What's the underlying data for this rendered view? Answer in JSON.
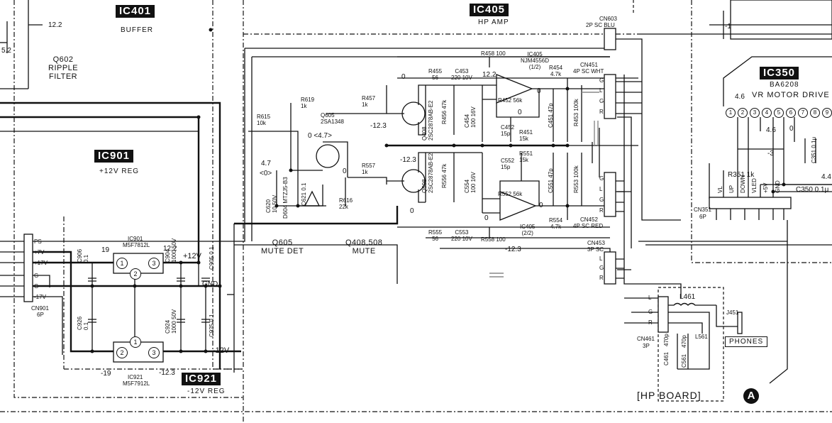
{
  "ic_labels": {
    "ic401": {
      "name": "IC401",
      "caption": "BUFFER"
    },
    "ic405": {
      "name": "IC405",
      "caption": "HP AMP"
    },
    "ic350": {
      "name": "IC350",
      "part": "BA6208",
      "caption": "VR MOTOR DRIVE"
    },
    "ic901": {
      "name": "IC901",
      "caption": "+12V REG"
    },
    "ic921": {
      "name": "IC921",
      "caption": "-12V REG"
    }
  },
  "regulators": {
    "ic901": {
      "ref": "IC901",
      "part": "M5F7812L",
      "v_in": "19",
      "v_out": "12.2"
    },
    "ic921": {
      "ref": "IC921",
      "part": "M5F7912L",
      "v_in": "-19",
      "v_out": "-12.3"
    }
  },
  "rails": {
    "pos": "+12V",
    "neg": "-12V",
    "gnd": "GND"
  },
  "sections": {
    "q602": "Q602\nRIPPLE\nFILTER",
    "q605": "Q605\nMUTE DET",
    "q408": "Q408,508\nMUTE",
    "hp_board": "[HP BOARD]",
    "phones": "PHONES",
    "arrow_a": "A"
  },
  "voltages": {
    "v12_2_top": "12.2",
    "v5_2": "5.2",
    "v4_7": "4.7",
    "v0_paren": "<0>",
    "v0_47": "0 <4.7>",
    "vq605_0": "0",
    "vq408_0": "0",
    "vq408_e": "-12.3",
    "vq508_e": "-12.3",
    "vq508_0": "0",
    "vic405_12": "12.2",
    "vic405_0a": "0",
    "vic405_0b": "0",
    "vic405_0c": "0",
    "vic405_0d": "0",
    "vic405_neg": "-12.3",
    "vic350_46a": "4.6",
    "vic350_46b": "4.6",
    "vic350_0": "0",
    "vic350_m3": "-3",
    "vic350_44": "4.4"
  },
  "connectors": {
    "cn901": {
      "ref": "CN901",
      "size": "6P",
      "pins": [
        "PS",
        "+7V",
        "+17V",
        "G",
        "G",
        "-17V"
      ]
    },
    "cn603": {
      "ref": "CN603",
      "spec": "2P SC BLU"
    },
    "cn451": {
      "ref": "CN451",
      "spec": "4P SC WHT",
      "pins": [
        "G",
        "L",
        "G",
        "R"
      ]
    },
    "cn452": {
      "ref": "CN452",
      "spec": "4P SC RED",
      "pins": [
        "G",
        "L",
        "G",
        "R"
      ]
    },
    "cn453": {
      "ref": "CN453",
      "spec": "3P SC",
      "pins": [
        "L",
        "G",
        "R"
      ]
    },
    "cn461": {
      "ref": "CN461",
      "spec": "3P",
      "pins": [
        "L",
        "G",
        "R"
      ]
    },
    "cn351": {
      "ref": "CN351",
      "spec": "6P",
      "pins": [
        "VL",
        "UP",
        "DOWN",
        "VLED",
        "+5V",
        "GND"
      ]
    },
    "j451": "J451"
  },
  "components": {
    "r458": "R458 100",
    "r558": "R558 100",
    "ic405a": "IC405\nNJM4556D\n(1/2)",
    "ic405b": "IC405\n(2/2)",
    "r455": "R455\n56",
    "c453": "C453\n220 10V",
    "r555": "R555\n56",
    "c553": "C553\n220 10V",
    "r454": "R454\n4.7k",
    "r554": "R554\n4.7k",
    "r452": "R452 56k",
    "r552": "R552 56k",
    "r451": "R451\n15k",
    "r551": "R551\n15k",
    "c452": "C452\n15p",
    "c552": "C552\n15p",
    "c451": "C451 47p",
    "c551": "C551 47p",
    "r453": "R453 100k",
    "r553": "R553 100k",
    "c454": "C454\n100 16V",
    "c554": "C554\n100 16V",
    "r456": "R456 47k",
    "r556": "R556 47k",
    "q408": "Q408\n2SC2878AB-E2",
    "q508": "Q508\n2SC2878AB-E2",
    "r457": "R457\n1k",
    "r557": "R557\n1k",
    "r619": "R619\n1k",
    "r615": "R615\n10k",
    "q605": "Q605\n2SA1348",
    "r616": "R616\n22k",
    "c620": "C620\n10 50V",
    "d604": "D604 MTZJ5-B3",
    "c621": "C621 0.1",
    "c906": "C906\n0.1",
    "c904": "C904\n1000 50V",
    "c905": "C905 0.1",
    "c926": "C926\n0.1",
    "c924": "C924\n1000 50V",
    "c925": "C925 0.1",
    "l461": "L461",
    "l561": "L561",
    "c461": "C461",
    "c561": "C561",
    "c461v": "470p",
    "c561v": "470p",
    "r351": "R351 1k",
    "c350": "C350 0.1μ",
    "c351": "C351 0.1μ",
    "minus1": "-1"
  },
  "ic350_pins": [
    "1",
    "2",
    "3",
    "4",
    "5",
    "6",
    "7",
    "8",
    "9"
  ],
  "reg_pins": [
    "1",
    "2",
    "3"
  ]
}
